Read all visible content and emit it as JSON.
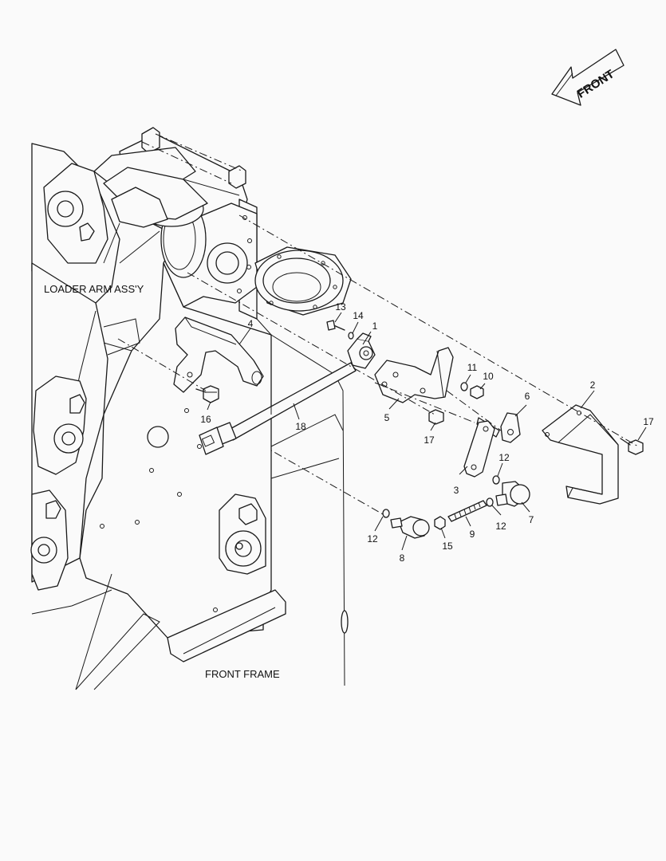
{
  "labels": {
    "loader_arm": "LOADER ARM ASS'Y",
    "front_frame": "FRONT FRAME",
    "front_arrow": "FRONT"
  },
  "callouts": {
    "c1": "1",
    "c2": "2",
    "c3": "3",
    "c4": "4",
    "c5": "5",
    "c6": "6",
    "c7": "7",
    "c8": "8",
    "c9": "9",
    "c10": "10",
    "c11": "11",
    "c12a": "12",
    "c12b": "12",
    "c12c": "12",
    "c13": "13",
    "c14": "14",
    "c15": "15",
    "c16": "16",
    "c17a": "17",
    "c17b": "17",
    "c18": "18"
  }
}
